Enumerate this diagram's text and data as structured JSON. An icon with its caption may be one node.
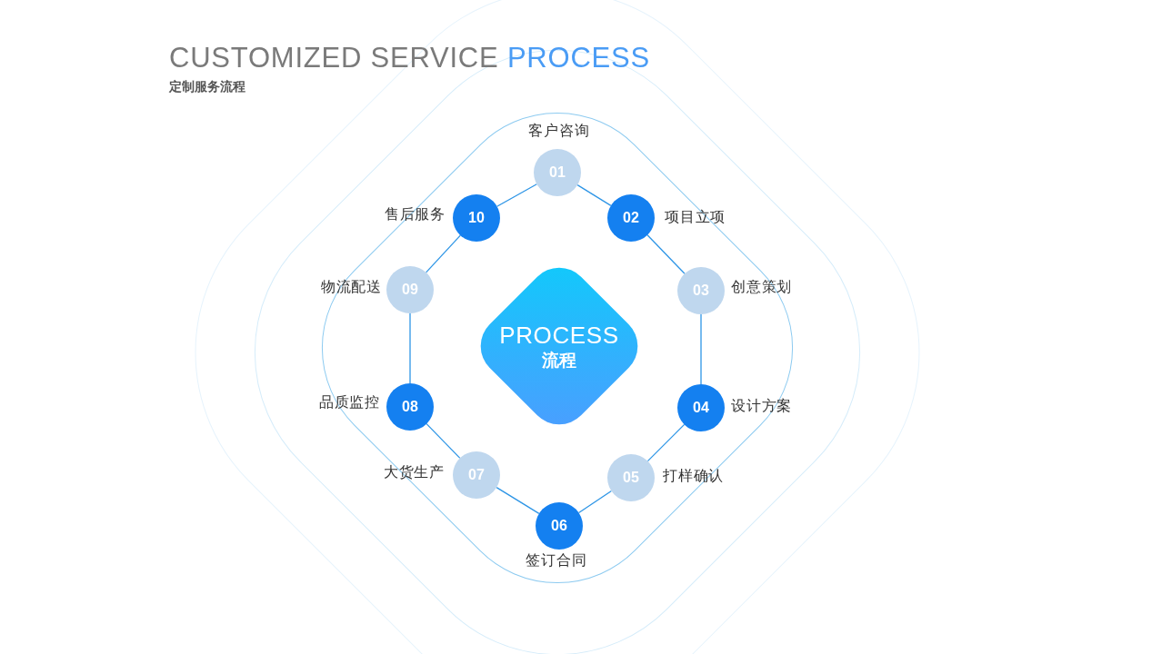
{
  "diagram": {
    "title": "CUSTOMIZED SERVICE PROCESS",
    "nodes": [
      {
        "text": [
          "PROCESS",
          "流程"
        ]
      },
      {
        "text": [
          "01"
        ],
        "beside": [
          "客户咨询"
        ]
      },
      {
        "text": [
          "02"
        ],
        "beside": [
          "项目立项"
        ]
      },
      {
        "text": [
          "03"
        ],
        "beside": [
          "创意策划"
        ]
      },
      {
        "text": [
          "04"
        ],
        "beside": [
          "设计方案"
        ]
      },
      {
        "text": [
          "05"
        ],
        "beside": [
          "打样确认"
        ]
      },
      {
        "text": [
          "06"
        ],
        "beside": [
          "签订合同"
        ]
      },
      {
        "text": [
          "07"
        ],
        "beside": [
          "大货生产"
        ]
      },
      {
        "text": [
          "08"
        ],
        "beside": [
          "品质监控"
        ]
      },
      {
        "text": [
          "09"
        ],
        "beside": [
          "物流配送"
        ]
      },
      {
        "text": [
          "10"
        ],
        "beside": [
          "售后服务"
        ]
      }
    ],
    "edges": [
      {
        "from": 1,
        "to": 2,
        "arrow": "none"
      },
      {
        "from": 2,
        "to": 3,
        "arrow": "none"
      },
      {
        "from": 3,
        "to": 4,
        "arrow": "none"
      },
      {
        "from": 4,
        "to": 5,
        "arrow": "none"
      },
      {
        "from": 5,
        "to": 6,
        "arrow": "none"
      },
      {
        "from": 6,
        "to": 7,
        "arrow": "none"
      },
      {
        "from": 7,
        "to": 8,
        "arrow": "none"
      },
      {
        "from": 8,
        "to": 9,
        "arrow": "none"
      },
      {
        "from": 9,
        "to": 10,
        "arrow": "none"
      },
      {
        "from": 10,
        "to": 1,
        "arrow": "none"
      }
    ],
    "labels": [
      "定制服务流程"
    ]
  }
}
